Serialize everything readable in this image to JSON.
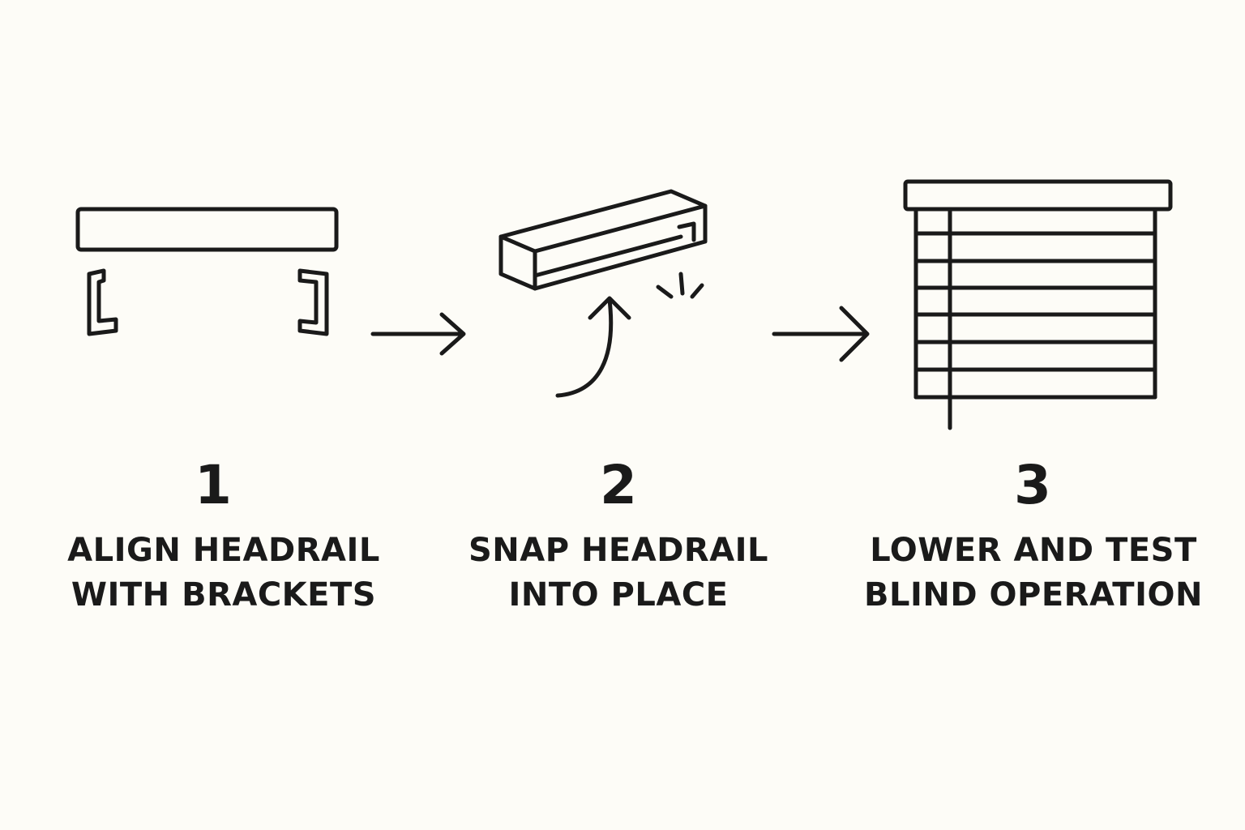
{
  "steps": [
    {
      "number": "1",
      "caption_lines": [
        "ALIGN HEADRAIL",
        "WITH BRACKETS"
      ],
      "icon": "headrail-with-brackets-icon"
    },
    {
      "number": "2",
      "caption_lines": [
        "SNAP HEADRAIL",
        "INTO PLACE"
      ],
      "icon": "headrail-snap-icon"
    },
    {
      "number": "3",
      "caption_lines": [
        "LOWER AND TEST",
        "BLIND OPERATION"
      ],
      "icon": "blind-icon"
    }
  ],
  "connectors": [
    "arrow-right-icon",
    "arrow-right-icon"
  ],
  "colors": {
    "background": "#fdfcf7",
    "ink": "#1a1a1a"
  }
}
